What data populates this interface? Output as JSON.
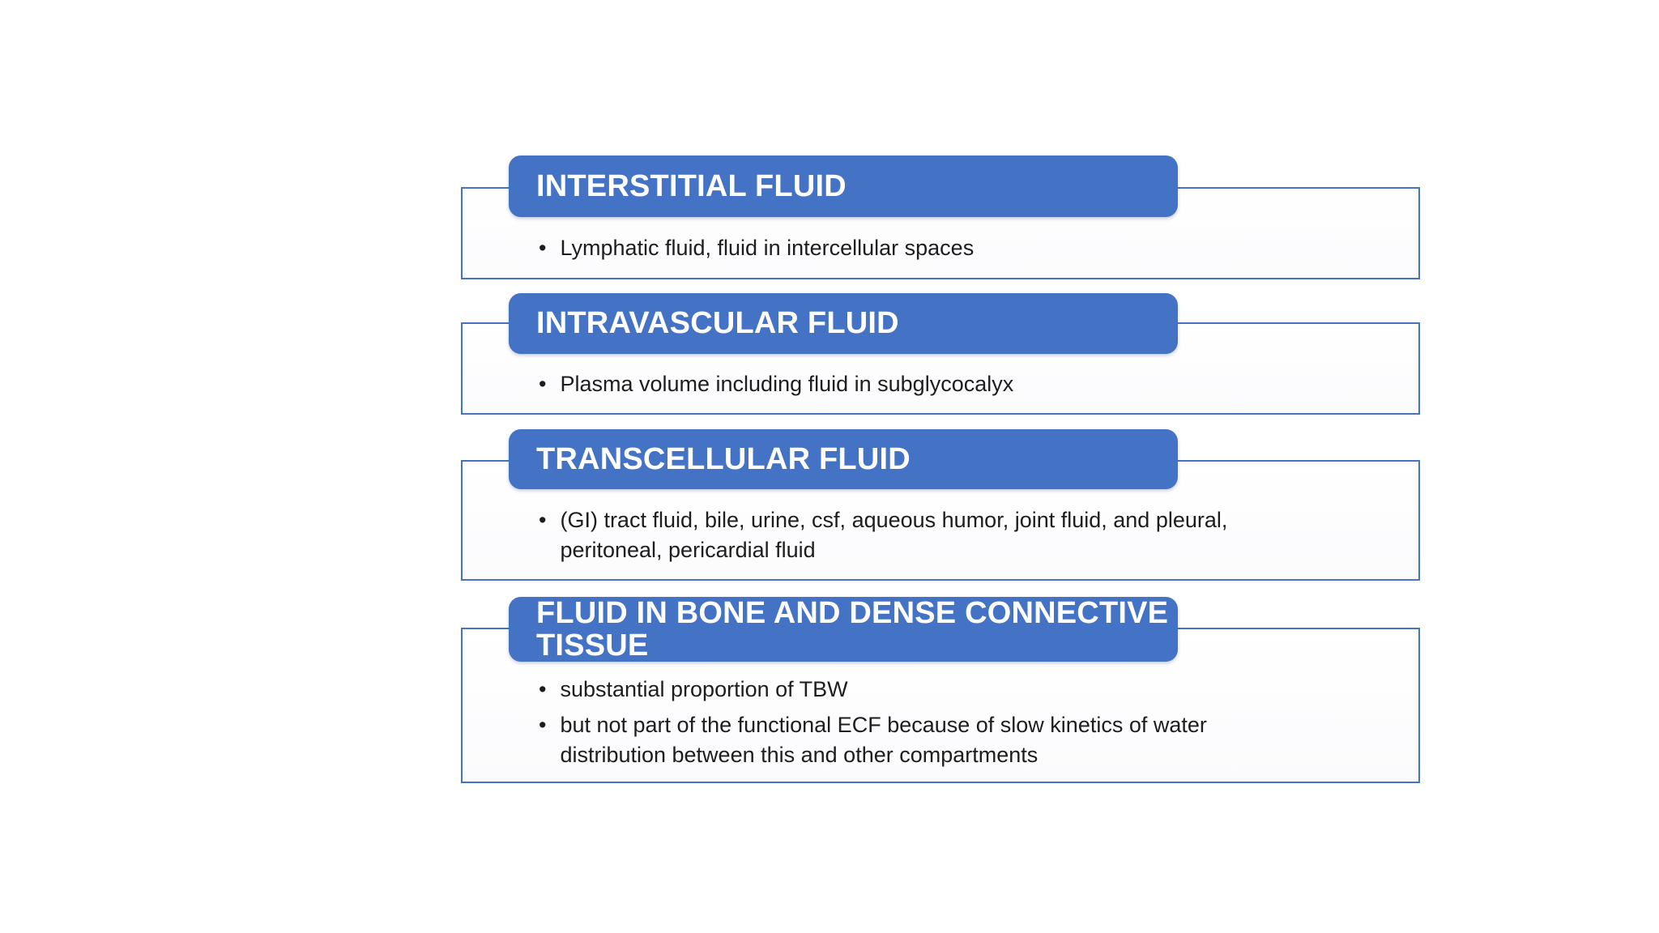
{
  "slide": {
    "bullet_glyph": "•",
    "colors": {
      "accent": "#4472C4",
      "box_border": "#4673BE",
      "title_text": "#FFFFFF",
      "body_text": "#1D1D1D",
      "background": "#FFFFFF"
    },
    "sections": [
      {
        "title": "INTERSTITIAL FLUID",
        "bullets": [
          "Lymphatic fluid, fluid in intercellular spaces"
        ]
      },
      {
        "title": "INTRAVASCULAR FLUID",
        "bullets": [
          "Plasma volume including fluid in subglycocalyx"
        ]
      },
      {
        "title": "TRANSCELLULAR FLUID",
        "bullets": [
          "(GI) tract fluid, bile, urine, csf, aqueous humor, joint fluid, and pleural,\nperitoneal, pericardial fluid"
        ]
      },
      {
        "title": "FLUID IN BONE AND DENSE CONNECTIVE\nTISSUE",
        "bullets": [
          "substantial proportion of TBW",
          "but not part of the functional ECF because of slow kinetics of water\ndistribution between this and other compartments"
        ]
      }
    ]
  }
}
